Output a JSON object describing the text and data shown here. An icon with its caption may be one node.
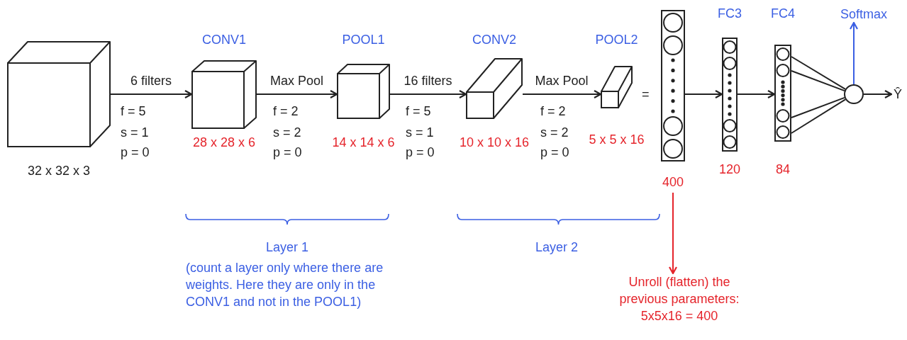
{
  "diagram": {
    "nodes": [
      {
        "text": [],
        "shape": "box",
        "beside": [
          "32 x 32 x 3"
        ]
      },
      {
        "text": [
          "CONV1"
        ],
        "beside": [
          "28 x 28 x 6"
        ]
      },
      {
        "text": [
          "POOL1"
        ],
        "beside": [
          "14 x 14 x 6"
        ]
      },
      {
        "text": [
          "CONV2"
        ],
        "beside": [
          "10 x 10 x 16"
        ]
      },
      {
        "text": [
          "POOL2"
        ],
        "beside": [
          "5 x 5 x 16"
        ]
      },
      {
        "text": [],
        "shape": "bar",
        "beside": [
          "400"
        ]
      },
      {
        "text": [
          "FC3"
        ],
        "beside": [
          "120"
        ]
      },
      {
        "text": [
          "FC4"
        ],
        "beside": [
          "84"
        ]
      },
      {
        "text": [],
        "shape": "circle"
      },
      {
        "text": [
          "Softmax"
        ]
      },
      {
        "text": [
          "Ŷ"
        ]
      },
      {
        "text": [
          "Unroll (flatten) the previous parameters: 5x5x16 = 400"
        ]
      }
    ],
    "edges": [
      {
        "from": 0,
        "to": 1,
        "arrow": "to",
        "label": "6 filters"
      },
      {
        "from": 1,
        "to": 2,
        "arrow": "to",
        "label": "Max Pool"
      },
      {
        "from": 2,
        "to": 3,
        "arrow": "to",
        "label": "16 filters"
      },
      {
        "from": 3,
        "to": 4,
        "arrow": "to",
        "label": "Max Pool"
      },
      {
        "from": 5,
        "to": 6,
        "arrow": "to"
      },
      {
        "from": 6,
        "to": 7,
        "arrow": "to"
      },
      {
        "from": 7,
        "to": 8,
        "arrow": "none"
      },
      {
        "from": 7,
        "to": 8,
        "arrow": "none"
      },
      {
        "from": 7,
        "to": 8,
        "arrow": "none"
      },
      {
        "from": 7,
        "to": 8,
        "arrow": "none"
      },
      {
        "from": 8,
        "to": 9,
        "arrow": "to",
        "color": "#3b5fe3"
      },
      {
        "from": 8,
        "to": 10,
        "arrow": "to"
      },
      {
        "from": 5,
        "to": 11,
        "arrow": "to",
        "color": "#e5242b"
      }
    ],
    "labels": [
      "f = 5",
      "s = 1",
      "p = 0",
      "f = 2",
      "s = 2",
      "p = 0",
      "f = 5",
      "s = 1",
      "p = 0",
      "f = 2",
      "s = 2",
      "p = 0",
      "=",
      "Layer 1",
      "(count a layer only where there are weights. Here they are only in the CONV1 and not in the POOL1)",
      "Layer 2"
    ]
  }
}
